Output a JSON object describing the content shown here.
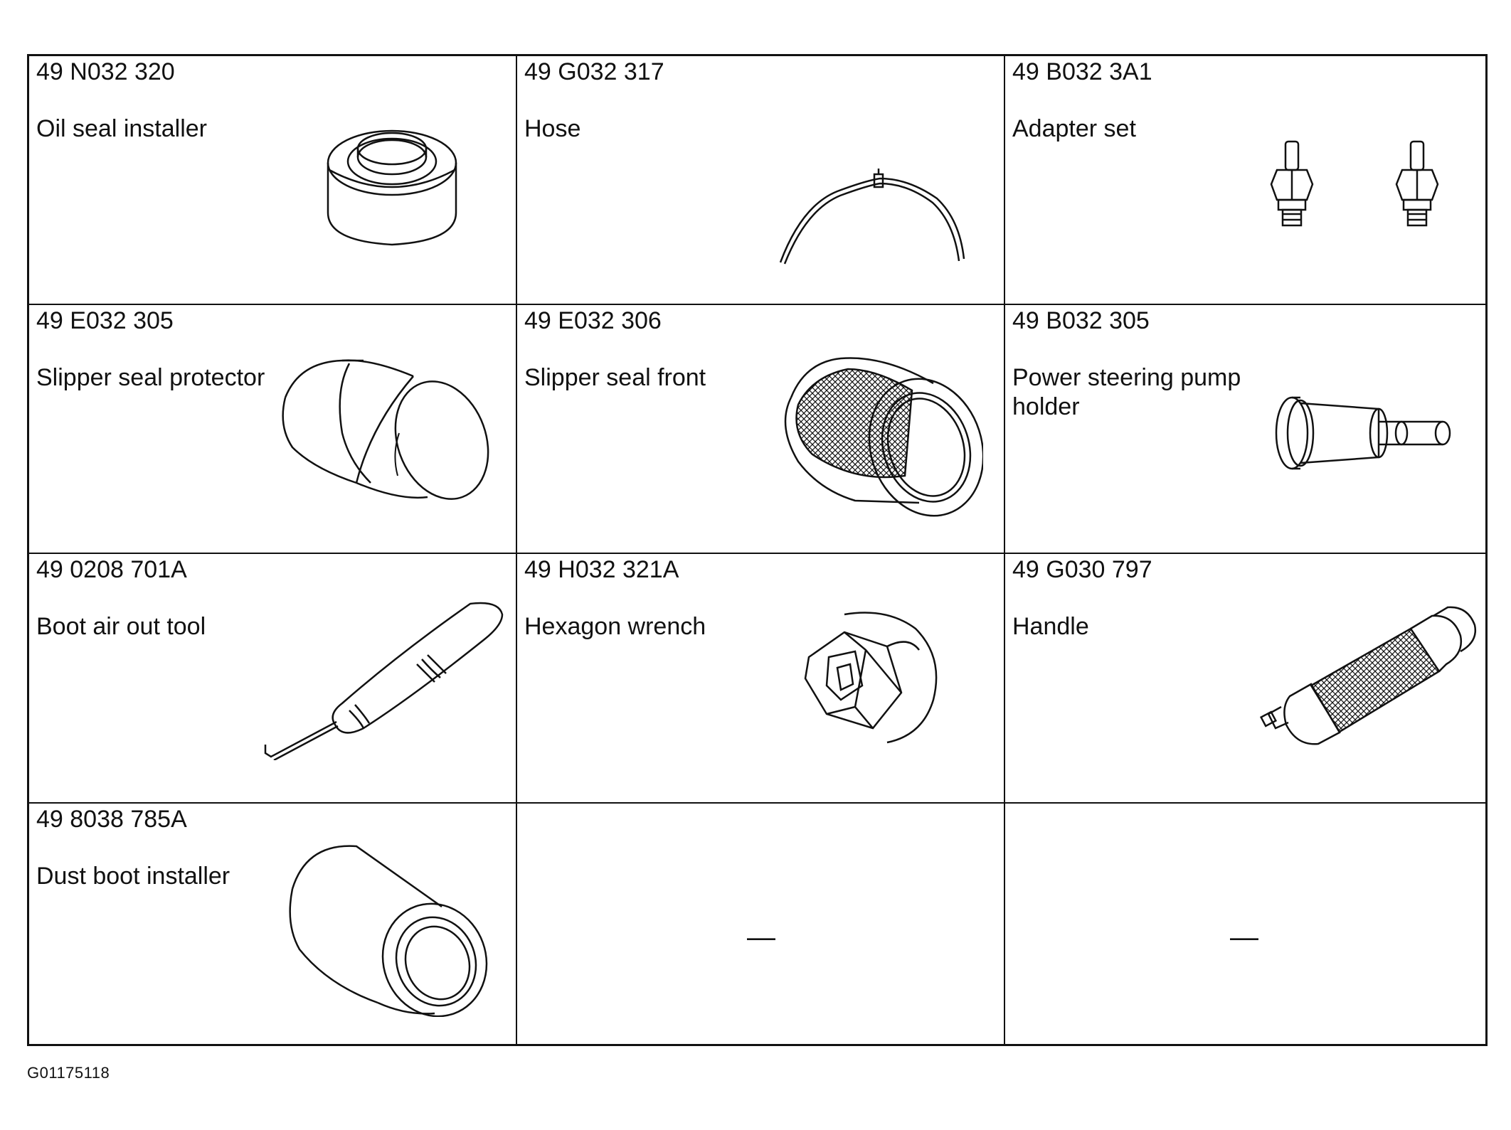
{
  "tools": [
    {
      "part_number": "49 N032 320",
      "name": "Oil seal installer",
      "icon": "oil-seal-installer-icon"
    },
    {
      "part_number": "49 G032 317",
      "name": "Hose",
      "icon": "hose-icon"
    },
    {
      "part_number": "49 B032 3A1",
      "name": "Adapter set",
      "icon": "adapter-set-icon"
    },
    {
      "part_number": "49 E032 305",
      "name": "Slipper seal protector",
      "icon": "slipper-seal-protector-icon"
    },
    {
      "part_number": "49 E032 306",
      "name": "Slipper seal front",
      "icon": "slipper-seal-front-icon"
    },
    {
      "part_number": "49 B032 305",
      "name": "Power steering pump holder",
      "icon": "pump-holder-icon"
    },
    {
      "part_number": "49 0208 701A",
      "name": "Boot air out tool",
      "icon": "boot-air-out-tool-icon"
    },
    {
      "part_number": "49 H032 321A",
      "name": "Hexagon wrench",
      "icon": "hexagon-wrench-icon"
    },
    {
      "part_number": "49 G030 797",
      "name": "Handle",
      "icon": "handle-icon"
    },
    {
      "part_number": "49 8038 785A",
      "name": "Dust boot installer",
      "icon": "dust-boot-installer-icon"
    },
    {
      "part_number": "",
      "name": "",
      "placeholder": "—"
    },
    {
      "part_number": "",
      "name": "",
      "placeholder": "—"
    }
  ],
  "figure_id": "G01175118"
}
